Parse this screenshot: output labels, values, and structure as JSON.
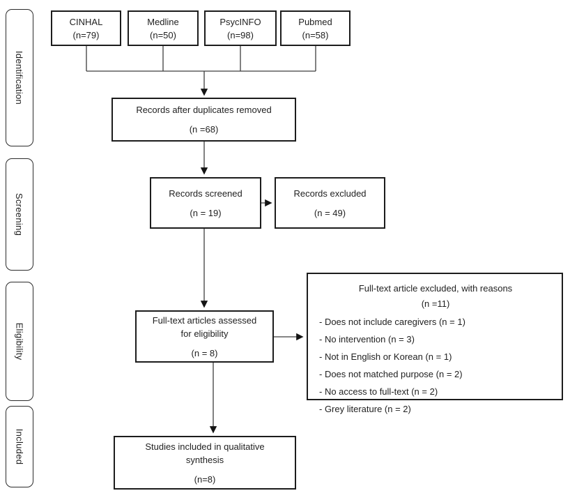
{
  "diagram_title": "PRISMA literature selection flow diagram",
  "colors": {
    "ink": "#1c1c1c",
    "line": "#3d3d3d",
    "background": "#ffffff"
  },
  "sidebar": {
    "stages": [
      {
        "label": "Identification"
      },
      {
        "label": "Screening"
      },
      {
        "label": "Eligibility"
      },
      {
        "label": "Included"
      }
    ]
  },
  "sources": [
    {
      "name": "CINHAL",
      "count": "(n=79)"
    },
    {
      "name": "Medline",
      "count": "(n=50)"
    },
    {
      "name": "PsycINFO",
      "count": "(n=98)"
    },
    {
      "name": "Pubmed",
      "count": "(n=58)"
    }
  ],
  "boxes": {
    "duplicates": {
      "line1": "Records after duplicates removed",
      "count": "(n =68)"
    },
    "screened": {
      "line1": "Records screened",
      "count": "(n = 19)"
    },
    "excluded": {
      "line1": "Records excluded",
      "count": "(n = 49)"
    },
    "fulltext": {
      "line1": "Full-text articles assessed",
      "line2": "for eligibility",
      "count": "(n = 8)"
    },
    "fulltext_excluded": {
      "title": "Full-text article excluded, with reasons",
      "count": "(n =11)",
      "reasons": [
        "- Does not include caregivers (n = 1)",
        "- No intervention (n = 3)",
        "- Not in English or Korean (n = 1)",
        "- Does not matched purpose (n = 2)",
        "- No access to full-text (n = 2)",
        "- Grey literature (n = 2)"
      ]
    },
    "included": {
      "line1": "Studies included in qualitative",
      "line2": "synthesis",
      "count": "(n=8)"
    }
  }
}
